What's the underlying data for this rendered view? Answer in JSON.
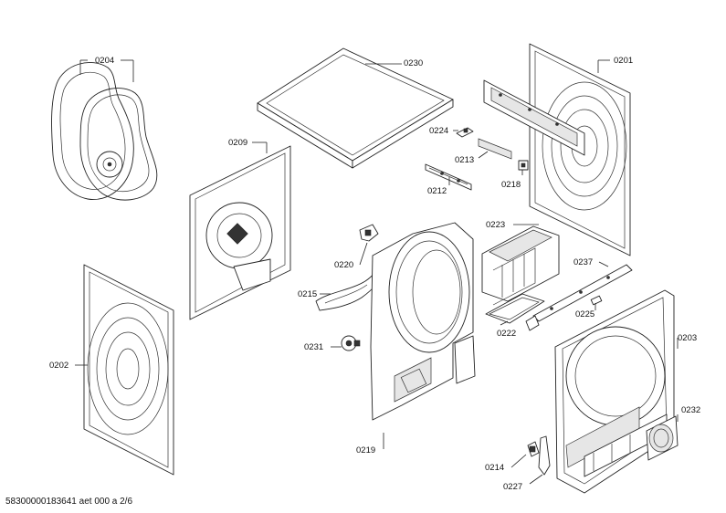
{
  "labels": {
    "p0204": "0204",
    "p0230": "0230",
    "p0201": "0201",
    "p0209": "0209",
    "p0224": "0224",
    "p0213": "0213",
    "p0212": "0212",
    "p0218": "0218",
    "p0223": "0223",
    "p0220": "0220",
    "p0237": "0237",
    "p0215": "0215",
    "p0225": "0225",
    "p0222": "0222",
    "p0203": "0203",
    "p0231": "0231",
    "p0202": "0202",
    "p0232": "0232",
    "p0219": "0219",
    "p0214": "0214",
    "p0227": "0227"
  },
  "footer": "58300000183641 aet 000 a 2/6"
}
